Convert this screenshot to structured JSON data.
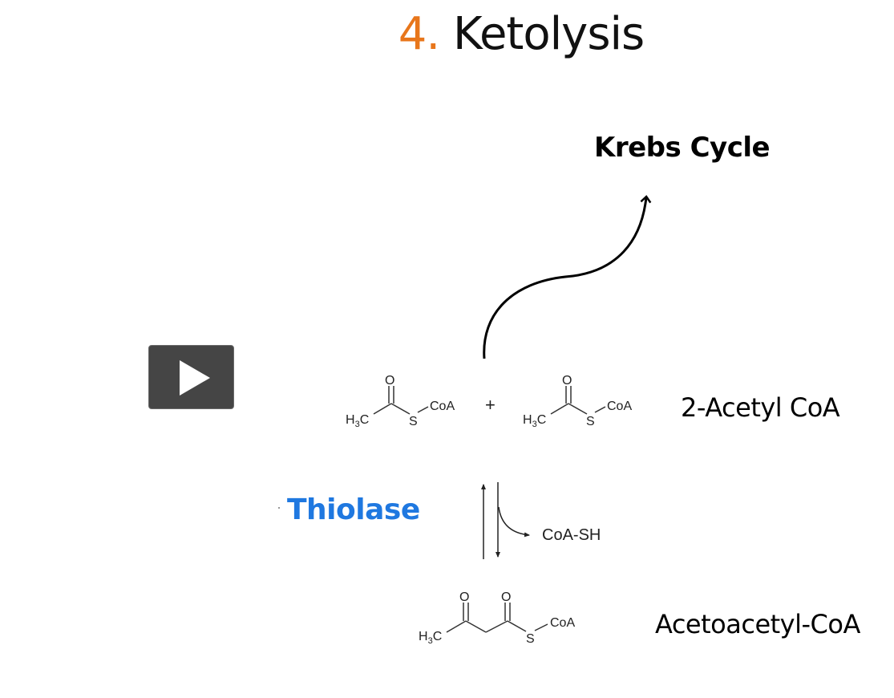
{
  "slide": {
    "title_number": "4.",
    "title_text": "Ketolysis",
    "colors": {
      "title_number": "#e8761b",
      "enzyme": "#1f78e0",
      "player_bg": "#454545"
    }
  },
  "diagram": {
    "krebs_label": "Krebs Cycle",
    "reactant_label": "2-Acetyl CoA",
    "product_label": "Acetoacetyl-CoA",
    "enzyme_label": "Thiolase",
    "byproduct_label": "CoA-SH",
    "plus_sign": "+",
    "atoms": {
      "oxygen": "O",
      "coa": "CoA",
      "sulfur": "S",
      "methyl_h": "H",
      "methyl_sub": "3",
      "methyl_c": "C"
    }
  },
  "video": {
    "play_icon": "play-icon"
  }
}
